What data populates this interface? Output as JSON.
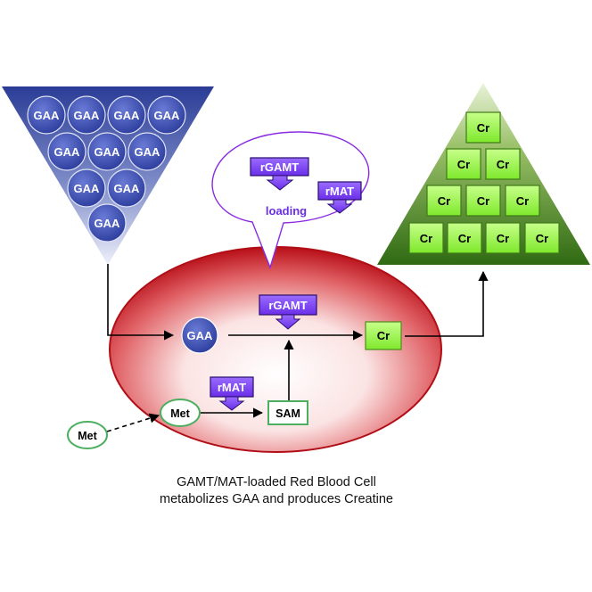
{
  "colors": {
    "gaa_circle": "#3a4db0",
    "creatine_box": "#9cff4a",
    "enzyme_box": "#7a3ff0",
    "rbc_red": "#c8161e",
    "met_border": "#4caf60",
    "speech_border": "#8a2be2",
    "triangle_dark": "#3e7a18"
  },
  "gaa_pool": {
    "labels": [
      "GAA",
      "GAA",
      "GAA",
      "GAA",
      "GAA",
      "GAA",
      "GAA",
      "GAA",
      "GAA",
      "GAA"
    ]
  },
  "creatine_pool": {
    "labels": [
      "Cr",
      "Cr",
      "Cr",
      "Cr",
      "Cr",
      "Cr",
      "Cr",
      "Cr",
      "Cr",
      "Cr"
    ]
  },
  "loading_bubble": {
    "enzyme_1": "rGAMT",
    "enzyme_2": "rMAT",
    "label": "loading"
  },
  "cell": {
    "gaa": "GAA",
    "cr": "Cr",
    "enzyme_gamt": "rGAMT",
    "enzyme_mat": "rMAT",
    "met": "Met",
    "sam": "SAM"
  },
  "external_met": "Met",
  "caption": {
    "line1": "GAMT/MAT-loaded Red Blood Cell",
    "line2": "metabolizes GAA and produces Creatine"
  }
}
